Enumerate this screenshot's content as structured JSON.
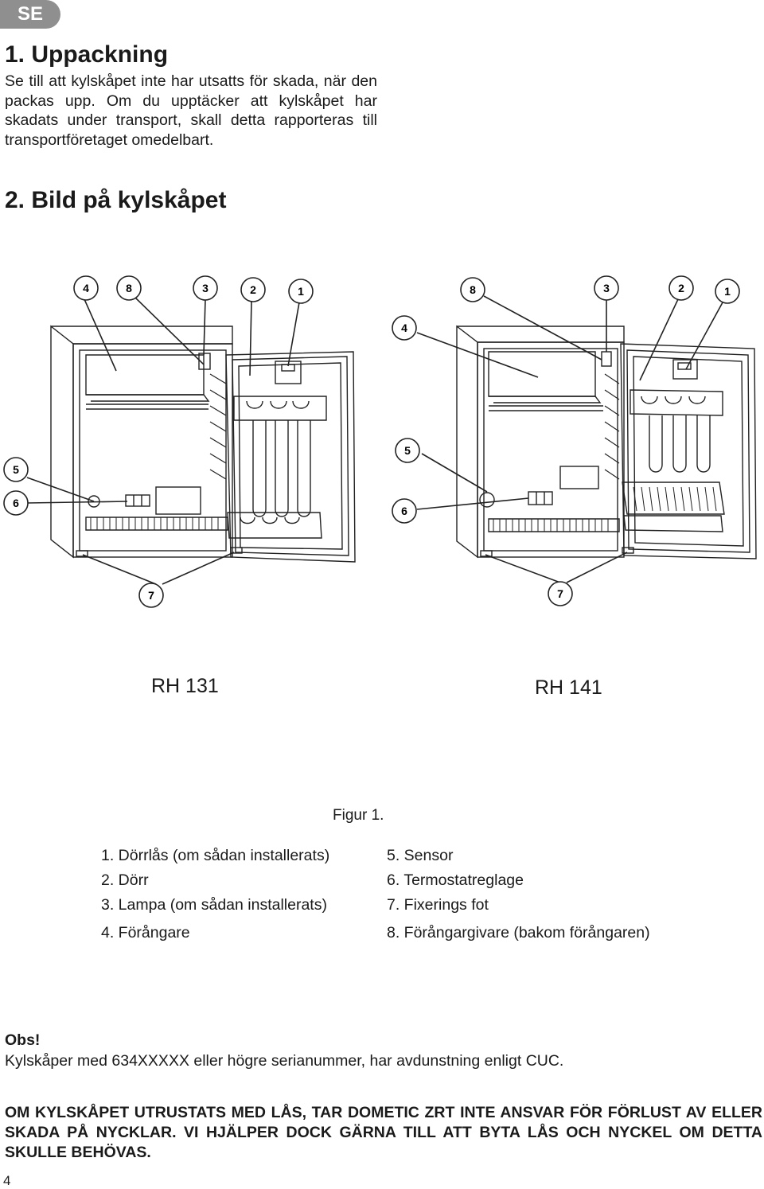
{
  "badge": "SE",
  "section1": {
    "heading": "1. Uppackning",
    "text": "Se till att kylskåpet inte har utsatts för skada, när den packas upp. Om du upptäcker att kylskåpet har skadats under transport, skall detta rapporteras till transportföretaget omedelbart."
  },
  "section2": {
    "heading": "2. Bild på kylskåpet"
  },
  "figure": {
    "callouts_left": [
      "4",
      "8",
      "3",
      "2",
      "1",
      "5",
      "6",
      "7"
    ],
    "callouts_right": [
      "8",
      "3",
      "2",
      "1",
      "4",
      "5",
      "6",
      "7"
    ],
    "model_left": "RH 131",
    "model_right": "RH 141",
    "caption": "Figur 1."
  },
  "legend": {
    "left": [
      "1. Dörrlås (om sådan installerats)",
      "2. Dörr",
      "3. Lampa (om sådan installerats)",
      "4. Förångare"
    ],
    "right": [
      "5. Sensor",
      "6. Termostatreglage",
      "7. Fixerings fot",
      "8. Förångargivare (bakom förångaren)"
    ]
  },
  "obs": {
    "title": "Obs!",
    "text": "Kylskåper med 634XXXXX eller högre serianummer, har avdunstning enligt CUC."
  },
  "warning": "OM KYLSKÅPET UTRUSTATS MED LÅS, TAR DOMETIC ZRT INTE ANSVAR FÖR FÖRLUST AV ELLER SKADA PÅ NYCKLAR. VI HJÄLPER DOCK GÄRNA TILL ATT BYTA LÅS OCH NYCKEL OM DETTA SKULLE BEHÖVAS.",
  "page_number": "4"
}
